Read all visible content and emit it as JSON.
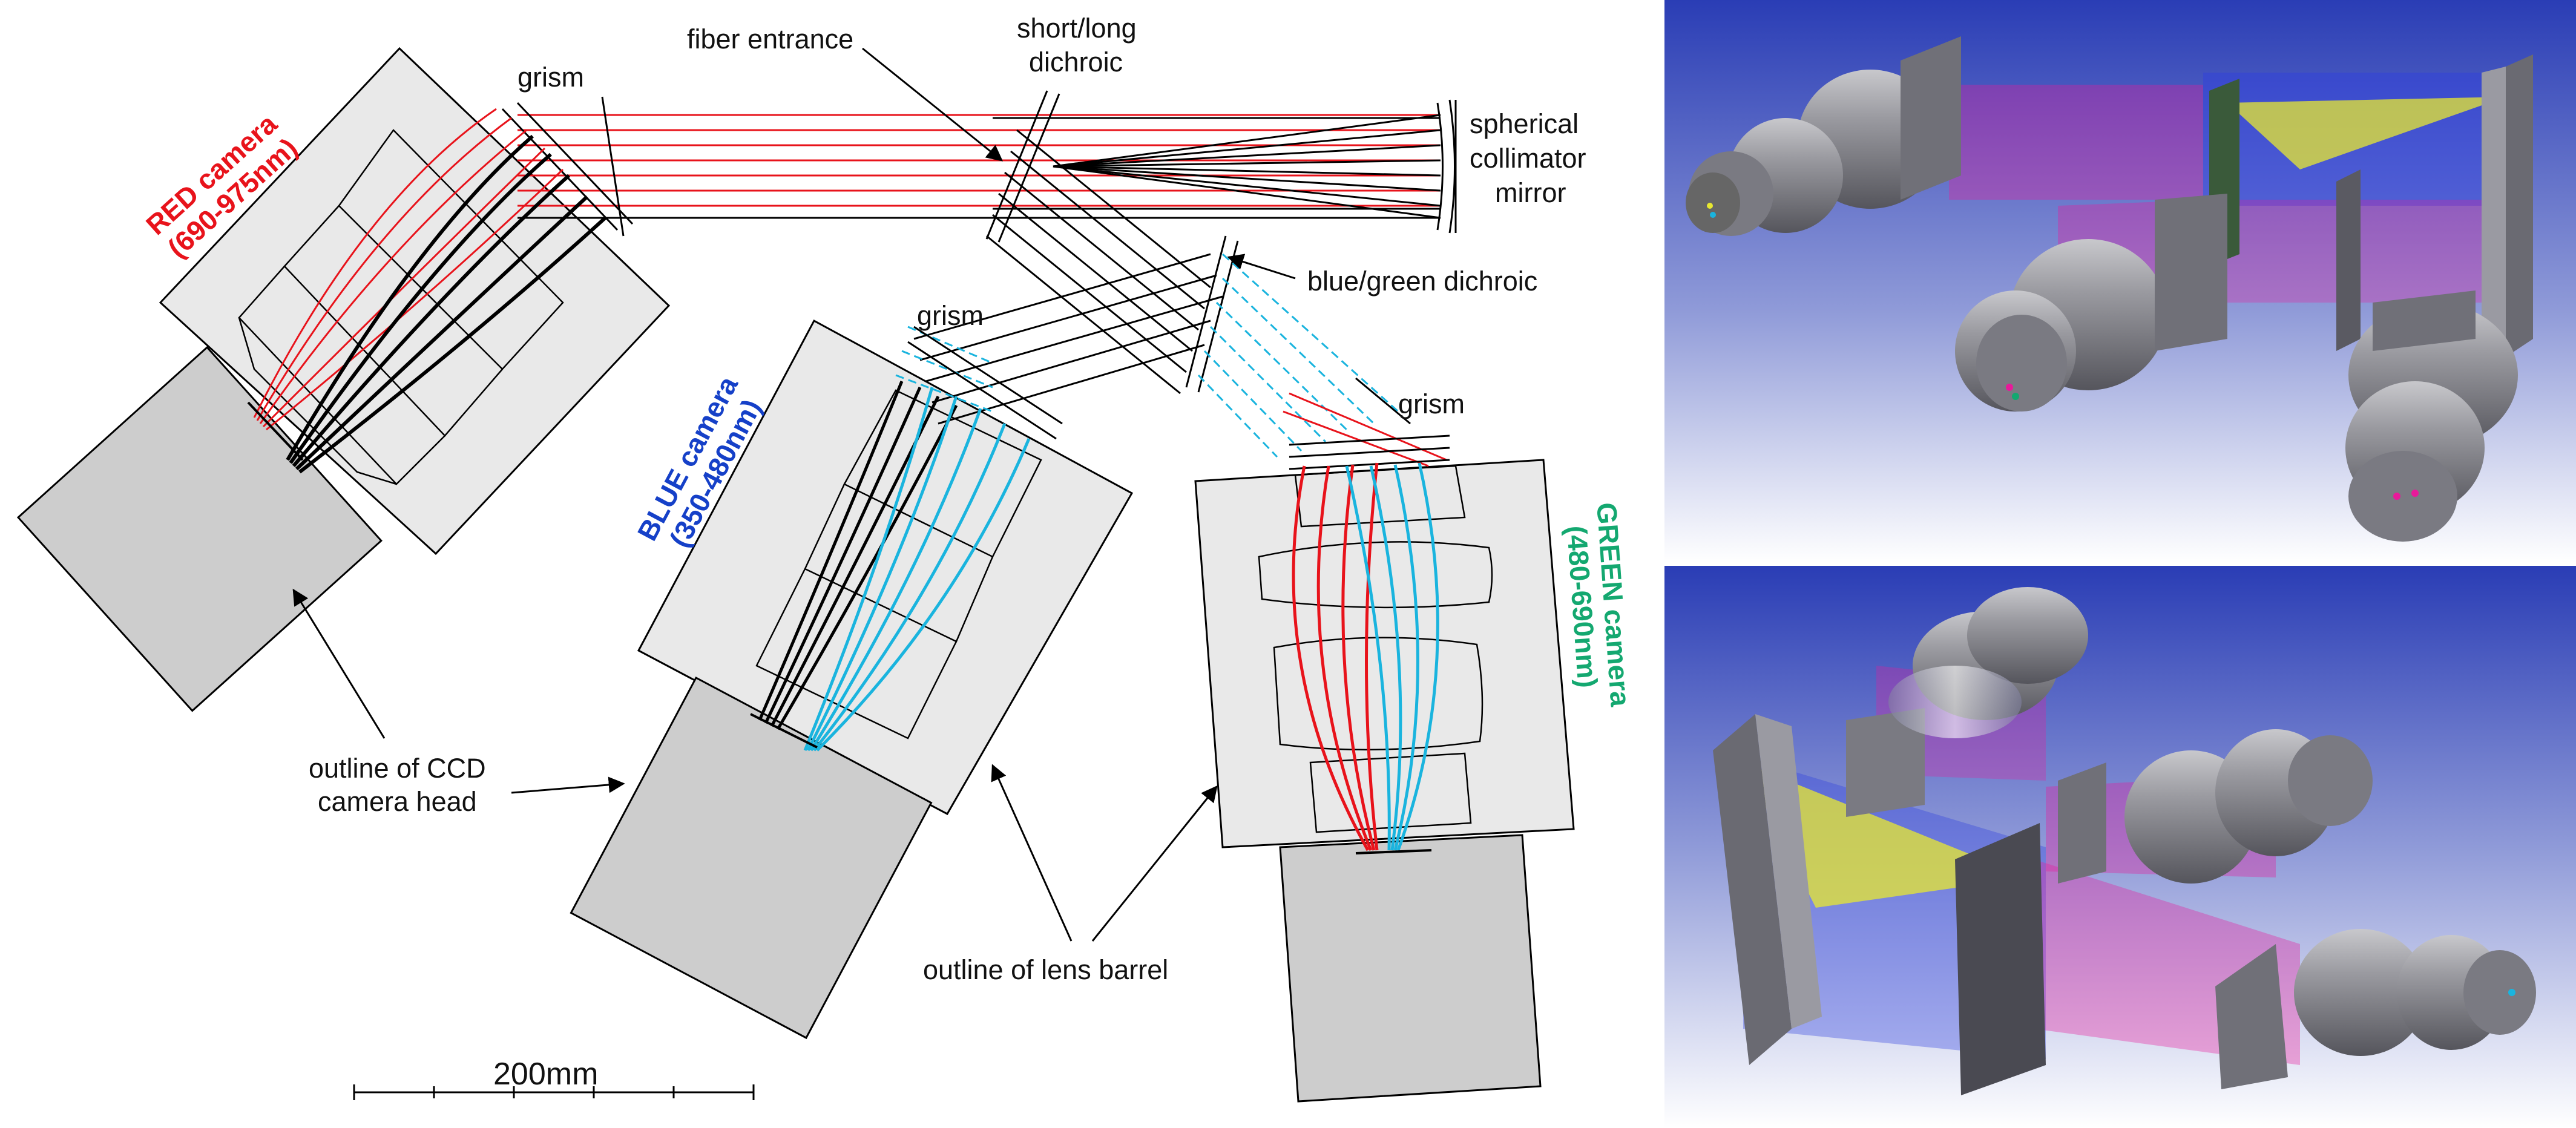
{
  "labels": {
    "grism_red": "grism",
    "fiber_entrance": "fiber entrance",
    "short_long_1": "short/long",
    "short_long_2": "dichroic",
    "spherical_1": "spherical",
    "spherical_2": "collimator",
    "spherical_3": "mirror",
    "blue_green_dichroic": "blue/green dichroic",
    "grism_blue": "grism",
    "grism_green": "grism",
    "ccd_1": "outline of CCD",
    "ccd_2": "camera head",
    "lens_barrel": "outline of lens barrel",
    "scale": "200mm"
  },
  "cameras": {
    "red_1": "RED camera",
    "red_2": "(690-975nm)",
    "blue_1": "BLUE camera",
    "blue_2": "(350-480nm)",
    "green_1": "GREEN camera",
    "green_2": "(480-690nm)"
  },
  "colors": {
    "red": "#e8131b",
    "blue": "#1540c8",
    "green": "#14a870",
    "cyan": "#1ab4de",
    "barrel": "#e9e9e9",
    "ccd": "#cdcdcd",
    "yellow": "#e8e830",
    "magenta": "#e8199a"
  }
}
